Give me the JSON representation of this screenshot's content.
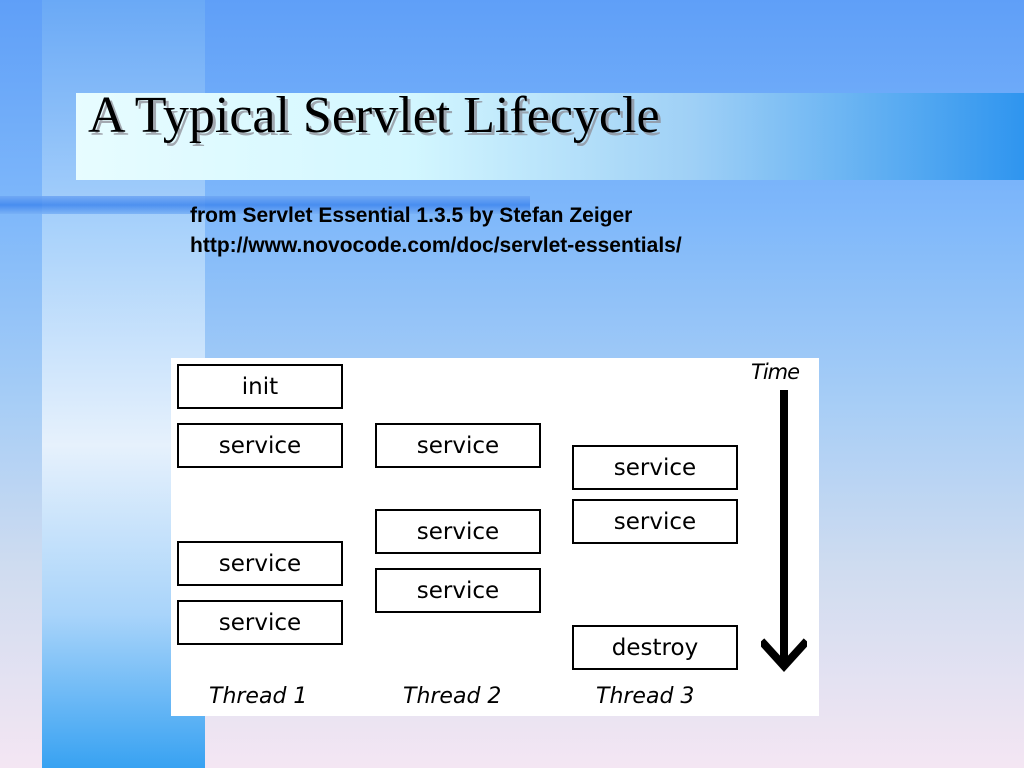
{
  "slide": {
    "title": "A Typical Servlet Lifecycle",
    "source_line1": "from Servlet Essential 1.3.5 by Stefan Zeiger",
    "source_line2": "http://www.novocode.com/doc/servlet-essentials/"
  },
  "diagram": {
    "time_label": "Time",
    "threads": [
      "Thread 1",
      "Thread 2",
      "Thread 3"
    ],
    "boxes": {
      "t1_init": "init",
      "t1_service1": "service",
      "t1_service2": "service",
      "t1_service3": "service",
      "t2_service1": "service",
      "t2_service2": "service",
      "t2_service3": "service",
      "t3_service1": "service",
      "t3_service2": "service",
      "t3_destroy": "destroy"
    }
  }
}
